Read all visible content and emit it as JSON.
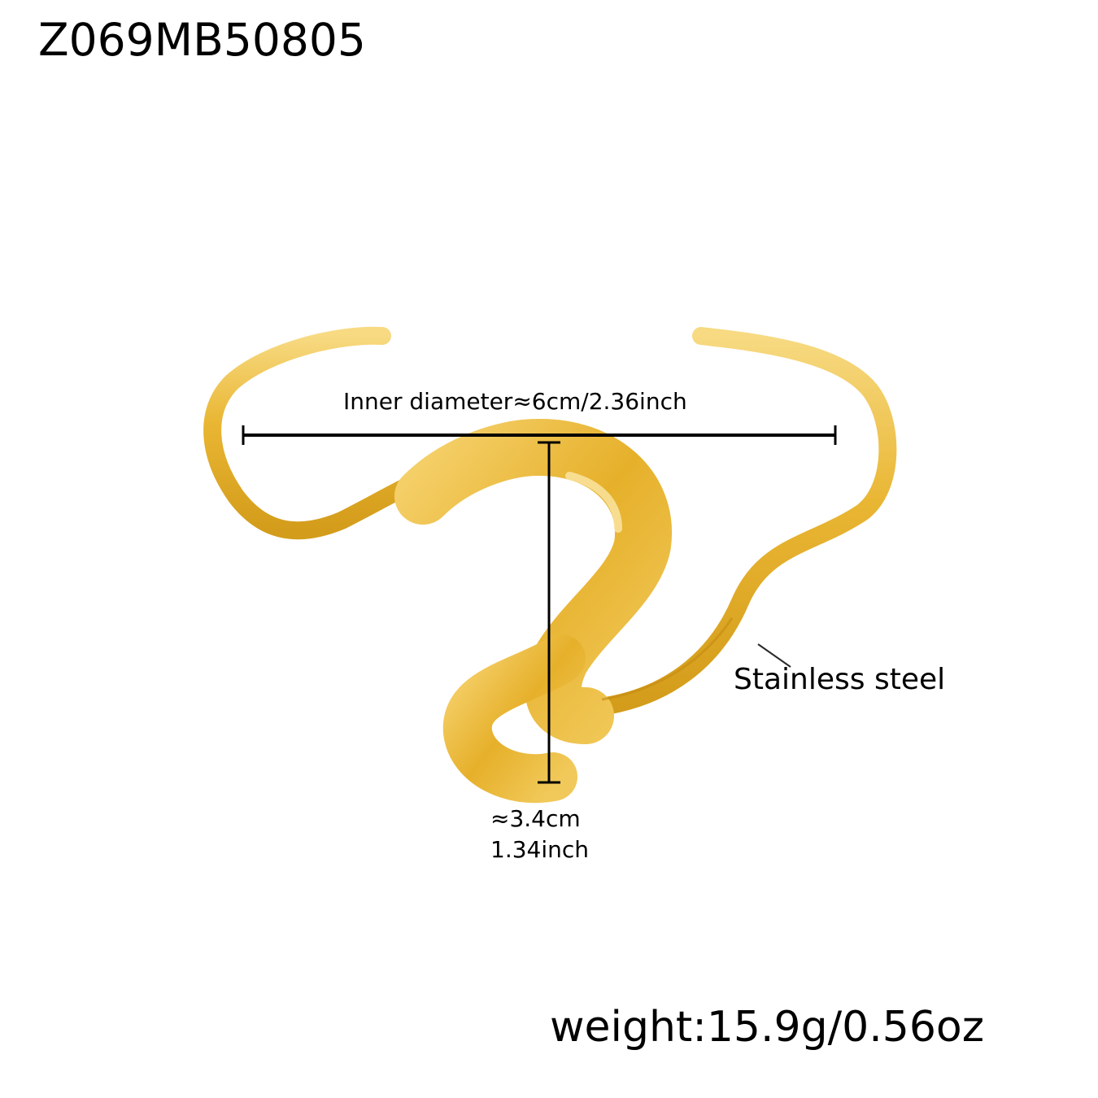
{
  "product": {
    "sku": "Z069MB50805",
    "image_alt": "gold wave cuff bracelet",
    "colors": {
      "gold_light": "#F6D57A",
      "gold_mid": "#E7B42E",
      "gold_dark": "#C98F12",
      "annotation": "#000000"
    }
  },
  "dimensions": {
    "inner_diameter_label": "Inner diameter≈6cm/2.36inch",
    "height_cm": "≈3.4cm",
    "height_inch": "1.34inch"
  },
  "material": {
    "label": "Stainless steel"
  },
  "weight": {
    "label": "weight:15.9g/0.56oz"
  }
}
